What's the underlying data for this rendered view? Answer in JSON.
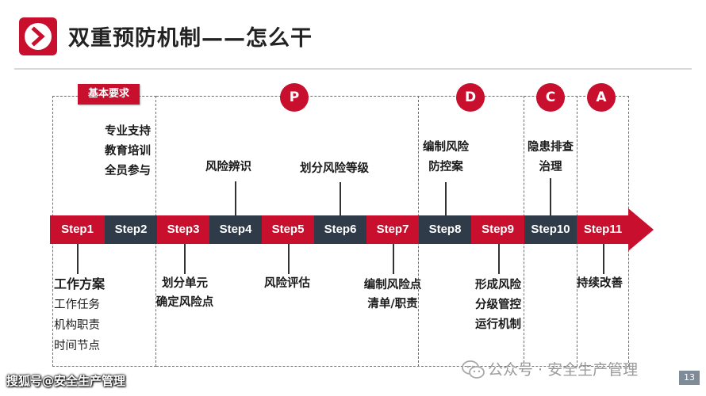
{
  "title": "双重预防机制——怎么干",
  "badge": "基本要求",
  "phases": [
    "P",
    "D",
    "C",
    "A"
  ],
  "steps": [
    "Step1",
    "Step2",
    "Step3",
    "Step4",
    "Step5",
    "Step6",
    "Step7",
    "Step8",
    "Step9",
    "Step10",
    "Step11"
  ],
  "colors": {
    "accent": "#c8102e",
    "dark": "#2f3b48"
  },
  "top_labels": {
    "basic": [
      "专业支持",
      "教育培训",
      "全员参与"
    ],
    "step4": "风险辨识",
    "step6": "划分风险等级",
    "step8": [
      "编制风险",
      "防控案"
    ],
    "step10": [
      "隐患排查",
      "治理"
    ]
  },
  "bottom_labels": {
    "step1_head": "工作方案",
    "step1_items": [
      "工作任务",
      "机构职责",
      "时间节点"
    ],
    "step3": [
      "划分单元",
      "确定风险点"
    ],
    "step5": "风险评估",
    "step7": [
      "编制风险点",
      "清单/职责"
    ],
    "step9": [
      "形成风险",
      "分级管控",
      "运行机制"
    ],
    "step11": "持续改善"
  },
  "watermark_left": "搜狐号@安全生产管理",
  "watermark_right": "公众号 · 安全生产管理",
  "page_number": "13"
}
